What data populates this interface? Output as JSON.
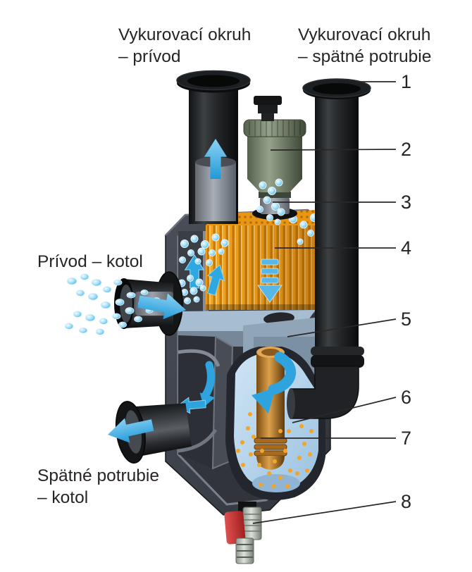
{
  "labels": {
    "heating_supply": {
      "line1": "Vykurovací okruh",
      "line2": "– prívod"
    },
    "heating_return": {
      "line1": "Vykurovací okruh",
      "line2": "– spätné potrubie"
    },
    "boiler_supply": {
      "line1": "Prívod – kotol"
    },
    "boiler_return": {
      "line1": "Spätné potrubie",
      "line2": "– kotol"
    }
  },
  "callouts": [
    {
      "number": "1",
      "target": "heating-return-pipe-flange"
    },
    {
      "number": "2",
      "target": "automatic-air-vent"
    },
    {
      "number": "3",
      "target": "vent-connector"
    },
    {
      "number": "4",
      "target": "coalescing-mesh"
    },
    {
      "number": "5",
      "target": "separation-chamber"
    },
    {
      "number": "6",
      "target": "dirt-collection-zone"
    },
    {
      "number": "7",
      "target": "magnet-tube"
    },
    {
      "number": "8",
      "target": "drain-valve"
    }
  ],
  "colors": {
    "background": "#ffffff",
    "text": "#282425",
    "leader_line": "#2b2728",
    "flow_arrow_blue": "#2fa7e0",
    "water_light_blue": "#b5d2ea",
    "mesh_orange": "#f09d18",
    "particle_orange": "#f5a425",
    "vent_green": "#7b8a73",
    "copper_tube": "#c08030",
    "drain_handle_red": "#c03030",
    "body_gray": "#3f434b",
    "pipe_black": "#1a1c1e"
  }
}
